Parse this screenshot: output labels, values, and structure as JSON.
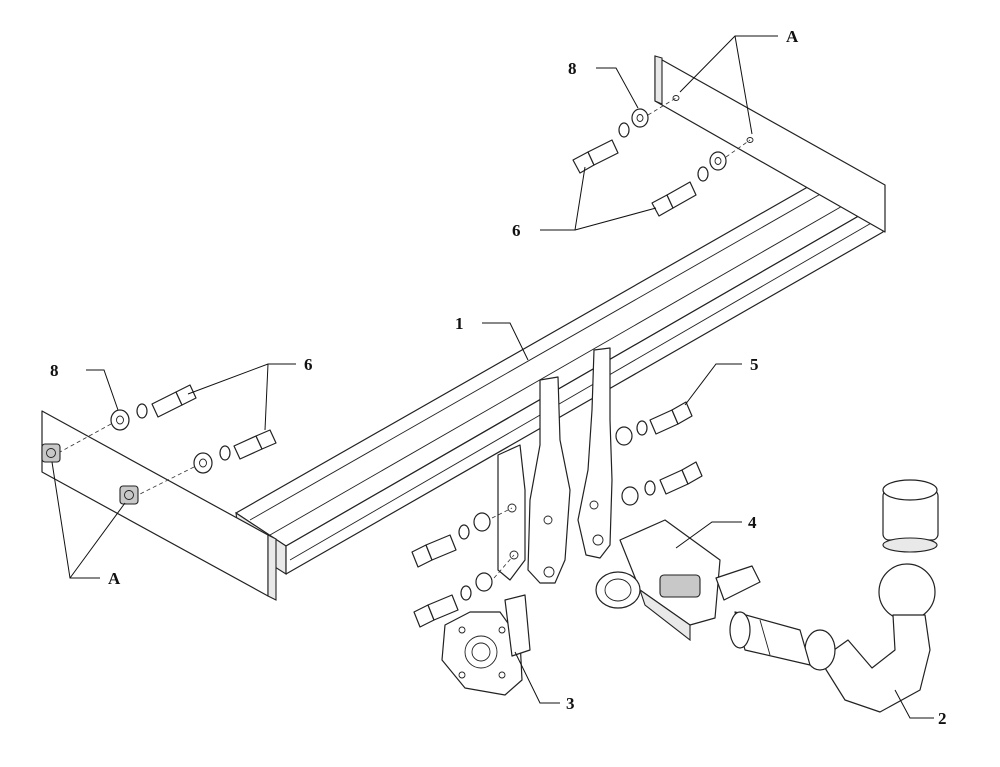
{
  "callouts": {
    "a_top": "A",
    "a_bottom": "A",
    "part_1": "1",
    "part_2": "2",
    "part_3": "3",
    "part_4": "4",
    "part_5": "5",
    "part_6_top": "6",
    "part_6_left": "6",
    "part_8_top": "8",
    "part_8_left": "8"
  },
  "colors": {
    "line": "#222222",
    "background": "#ffffff"
  }
}
